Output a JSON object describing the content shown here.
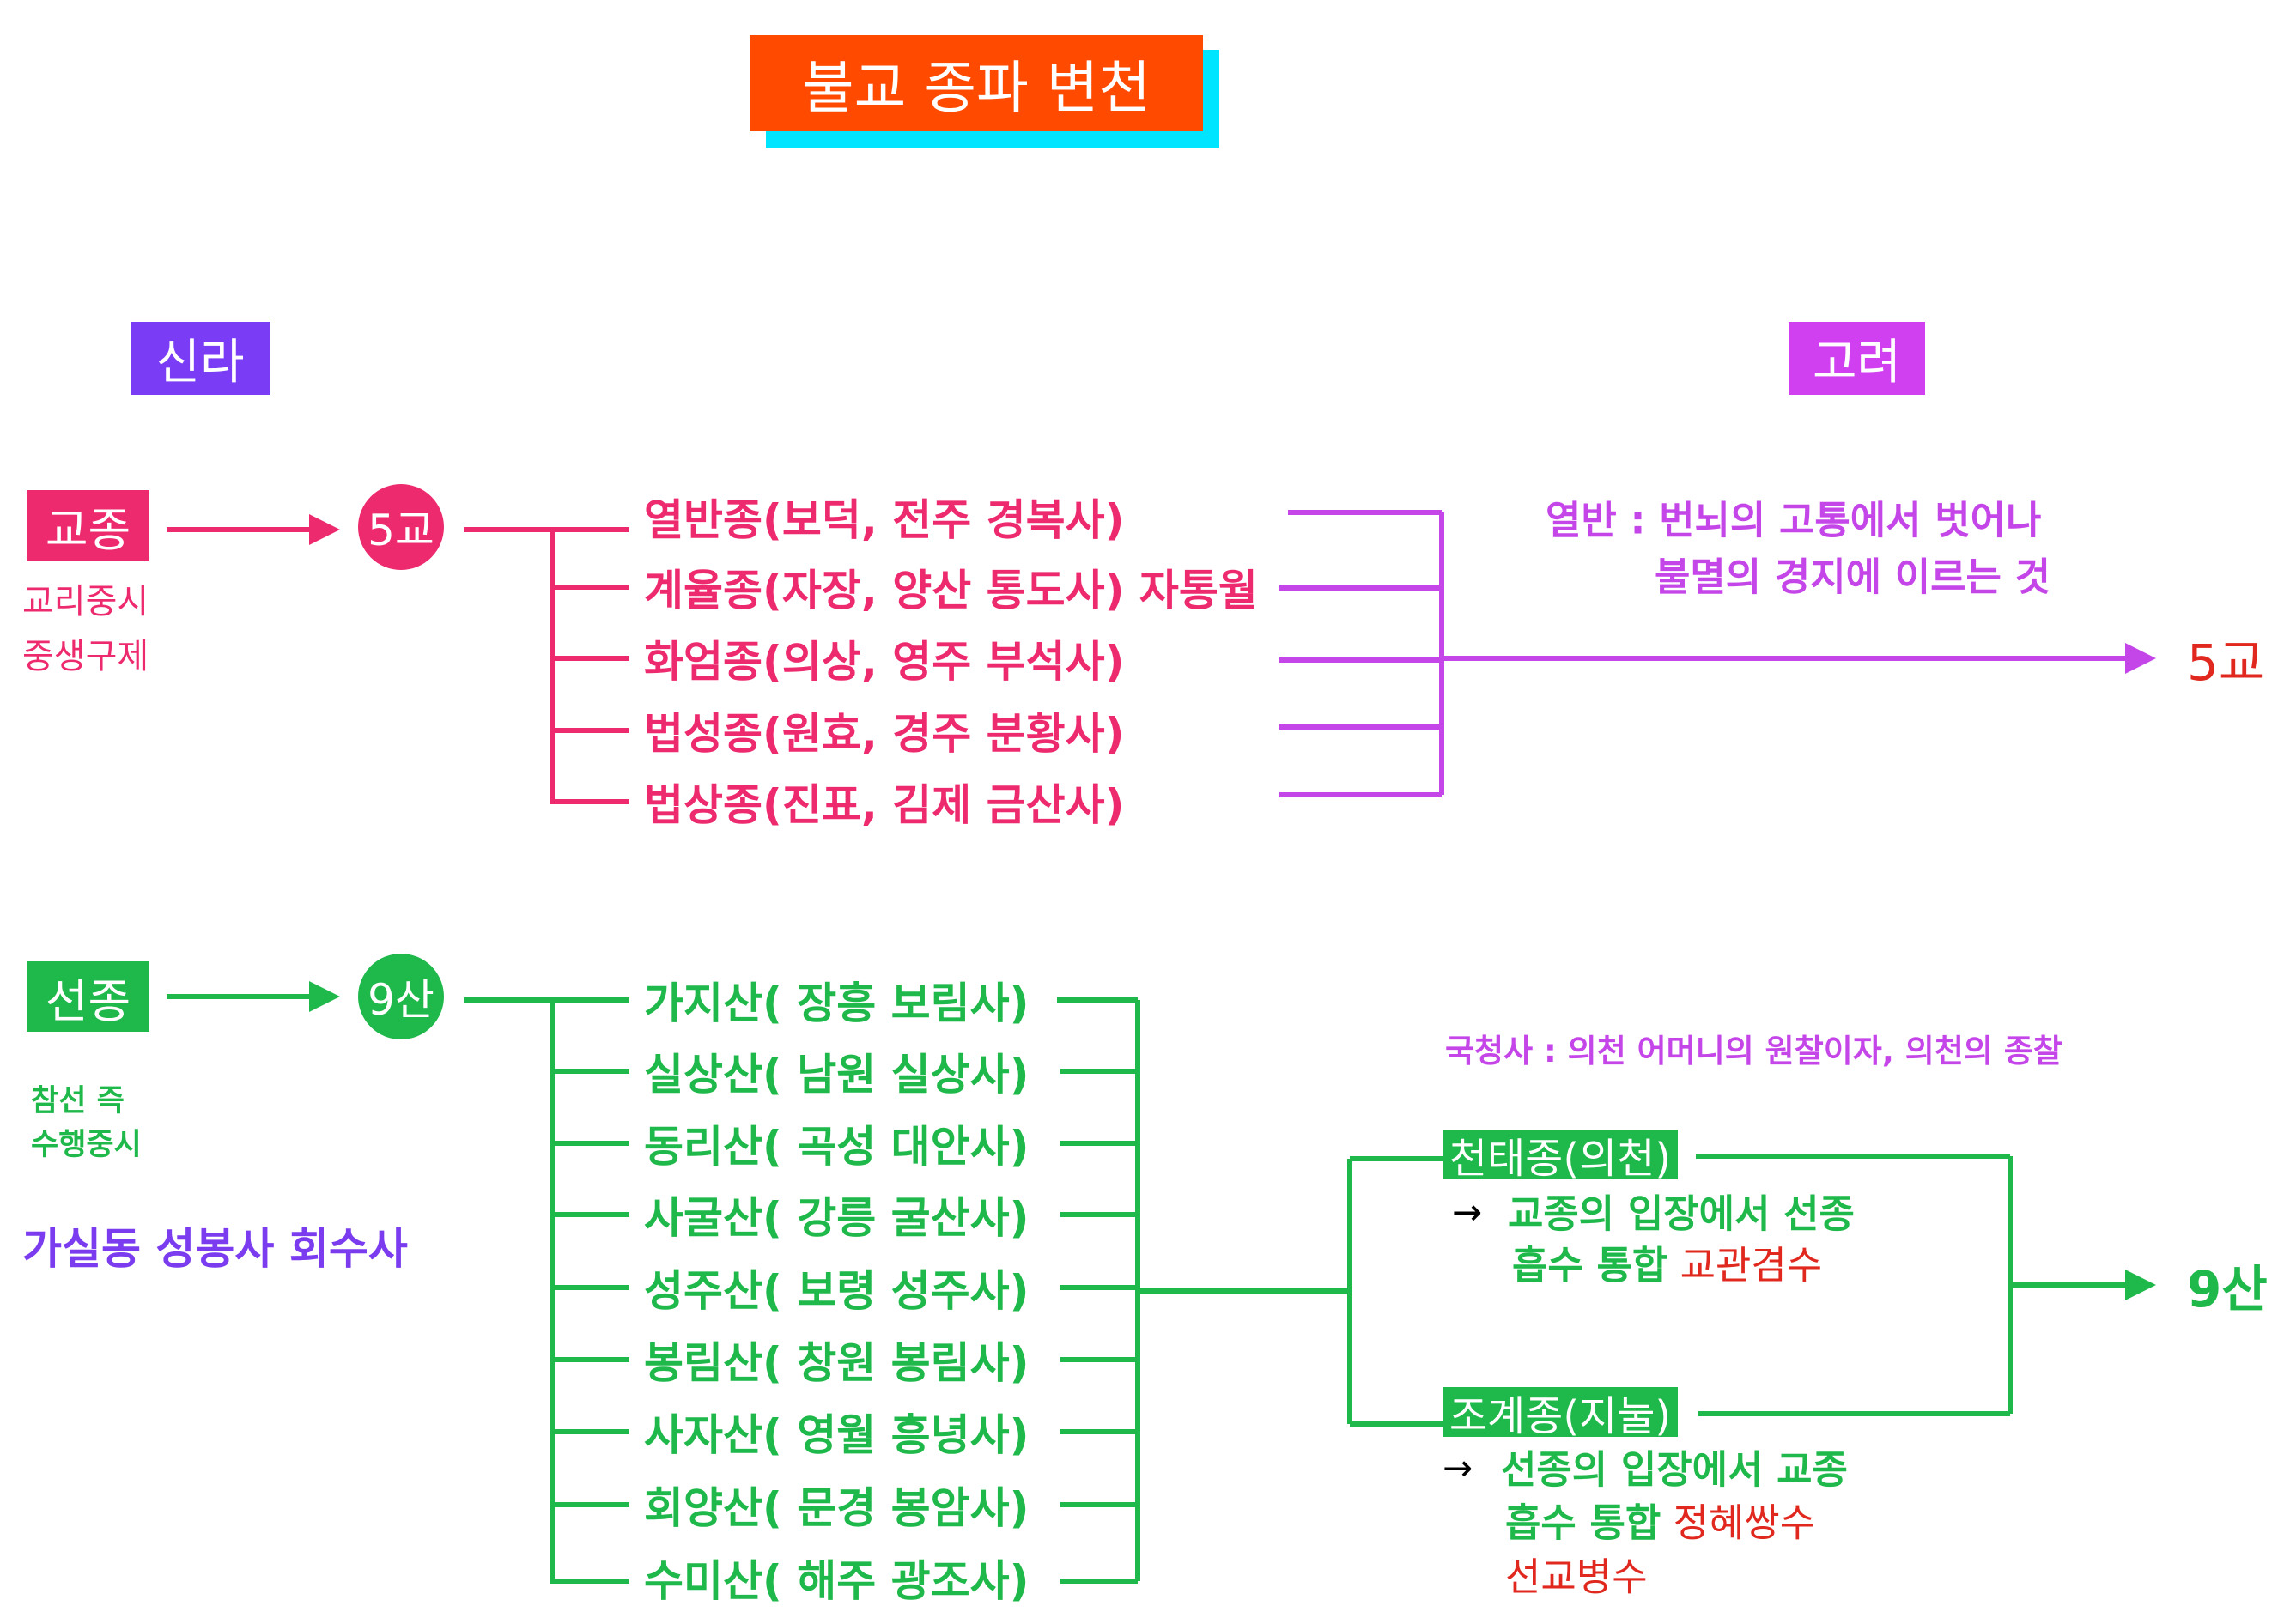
{
  "title": "불교 종파 변천",
  "eras": {
    "left": "신라",
    "right": "고려"
  },
  "gyo": {
    "label": "교종",
    "desc": [
      "교리중시",
      "중생구제"
    ],
    "node": "5교",
    "items": [
      "열반종(보덕, 전주 경복사)",
      "계율종(자장, 양산 통도사) 자통월",
      "화엄종(의상, 영주 부석사)",
      "법성종(원효, 경주 분황사)",
      "법상종(진표, 김제 금산사)"
    ],
    "note": [
      "열반 : 번뇌의 고통에서 벗어나",
      "불멸의 경지에 이르는 것"
    ],
    "result": "5교"
  },
  "seon": {
    "label": "선종",
    "desc": [
      "참선 즉",
      "수행중시"
    ],
    "node": "9산",
    "extra": "가실동 성봉사 회수사",
    "items": [
      "가지산( 장흥 보림사)",
      "실상산( 남원 실상사)",
      "동리산( 곡성 대안사)",
      "사굴산( 강릉 굴산사)",
      "성주산( 보령 성주사)",
      "봉림산( 창원 봉림사)",
      "사자산( 영월 흥녕사)",
      "회양산( 문경 봉암사)",
      "수미산( 해주 광조사)"
    ],
    "result": "9산"
  },
  "goryeo": {
    "note": "국청사 : 의천 어머니의 원찰이자, 의천의 종찰",
    "cheontae": {
      "label": "천태종(의천)",
      "arrow": "→",
      "line1": "교종의 입장에서 선종",
      "line2_green": "흡수 통합",
      "line2_red": "교관겸수"
    },
    "jogye": {
      "label": "조계종(지눌)",
      "arrow": "→",
      "line1": "선종의 입장에서 교종",
      "line2_green": "흡수 통합",
      "line2_red": "정혜쌍수",
      "line3_red": "선교병수"
    }
  },
  "colors": {
    "title_bg": "#FF4A00",
    "title_shadow": "#00E5FF",
    "silla": "#7A3CF5",
    "goryeo": "#D040F0",
    "gyo": "#EE2A6E",
    "seon": "#1FB84A",
    "note": "#C546E8",
    "red": "#E0281E"
  }
}
